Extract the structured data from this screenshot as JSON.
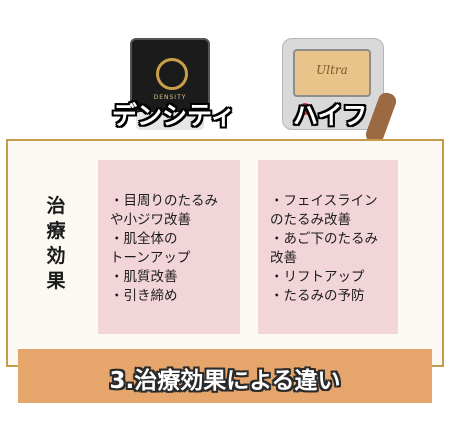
{
  "devices": [
    {
      "name": "デンシティ",
      "screen_brand": "DENSITY",
      "color": "#1b1b1b"
    },
    {
      "name": "ハイフ",
      "screen_logo": "Ultra",
      "color": "#e8c38a"
    }
  ],
  "category": "治療効果",
  "columns": [
    {
      "lines": [
        "・目周りのたるみ",
        "や小ジワ改善",
        "・肌全体の",
        "トーンアップ",
        "・肌質改善",
        "・引き締め"
      ]
    },
    {
      "lines": [
        "・フェイスライン",
        "のたるみ改善",
        "・あご下のたるみ",
        "改善",
        "・リフトアップ",
        "・たるみの予防"
      ]
    }
  ],
  "banner": "3.治療効果による違い",
  "colors": {
    "frame_border": "#c59a4a",
    "column_bg": "#f2d5d8",
    "banner_bg": "#e6a56a"
  }
}
